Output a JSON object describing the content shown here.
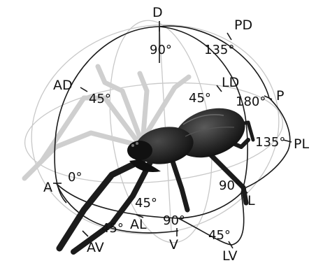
{
  "directions": {
    "d": "D",
    "pd": "PD",
    "ad": "AD",
    "ld": "LD",
    "p": "P",
    "pl": "PL",
    "a": "A",
    "l": "L",
    "al": "AL",
    "av": "AV",
    "v": "V",
    "lv": "LV"
  },
  "angles": {
    "d_90": "90°",
    "pd_135": "135°",
    "ad_45": "45°",
    "ld_45": "45°",
    "p_180": "180°",
    "pl_135": "135°",
    "a_0": "0°",
    "l_90": "90°",
    "al_45": "45°",
    "av_45": "45°",
    "v_90": "90°",
    "lv_45": "45°"
  },
  "image": {
    "subject": "spider-illustration"
  }
}
